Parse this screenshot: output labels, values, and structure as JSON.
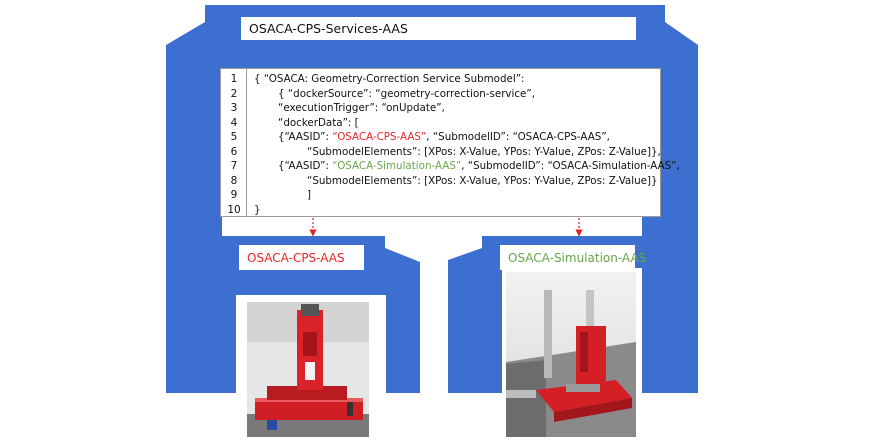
{
  "colors": {
    "frame_blue": "#3c6fd0",
    "cps_red": "#e8262a",
    "sim_green": "#6aa44a",
    "arrow_red": "#e02020"
  },
  "main_frame": {
    "label": "OSACA-CPS-Services-AAS"
  },
  "code": {
    "line_numbers": [
      "1",
      "2",
      "3",
      "4",
      "5",
      "6",
      "7",
      "8",
      "9",
      "10"
    ],
    "l1": "{ “OSACA: Geometry-Correction Service Submodel”:",
    "l2": "{ “dockerSource”: “geometry-correction-service”,",
    "l3": "“executionTrigger”: “onUpdate”,",
    "l4": "“dockerData”: [",
    "l5a": "{“AASID”: ",
    "l5b": "“OSACA-CPS-AAS”",
    "l5c": ", “SubmodelID”: “OSACA-CPS-AAS”,",
    "l6": "“SubmodelElements”: [XPos: X-Value, YPos: Y-Value, ZPos: Z-Value]},",
    "l7a": "{“AASID”: ",
    "l7b": "“OSACA-Simulation-AAS”",
    "l7c": ", “SubmodelID”: “OSACA-Simulation-AAS”,",
    "l8": "“SubmodelElements”: [XPos: X-Value, YPos: Y-Value, ZPos: Z-Value]}",
    "l9": "]",
    "l10": "}"
  },
  "cps_frame": {
    "label": "OSACA-CPS-AAS"
  },
  "sim_frame": {
    "label": "OSACA-Simulation-AAS"
  }
}
